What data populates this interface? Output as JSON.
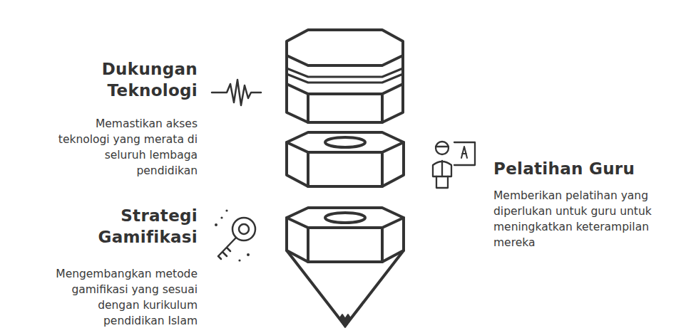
{
  "diagram": {
    "labels": [
      "Dukungan Teknologi",
      "Memastikan akses teknologi yang merata di seluruh lembaga pendidikan",
      "Strategi Gamifikasi",
      "Mengembangkan metode gamifikasi yang sesuai dengan kurikulum pendidikan Islam",
      "Pelatihan Guru",
      "Memberikan pelatihan yang diperlukan untuk guru untuk meningkatkan keterampilan mereka"
    ]
  }
}
